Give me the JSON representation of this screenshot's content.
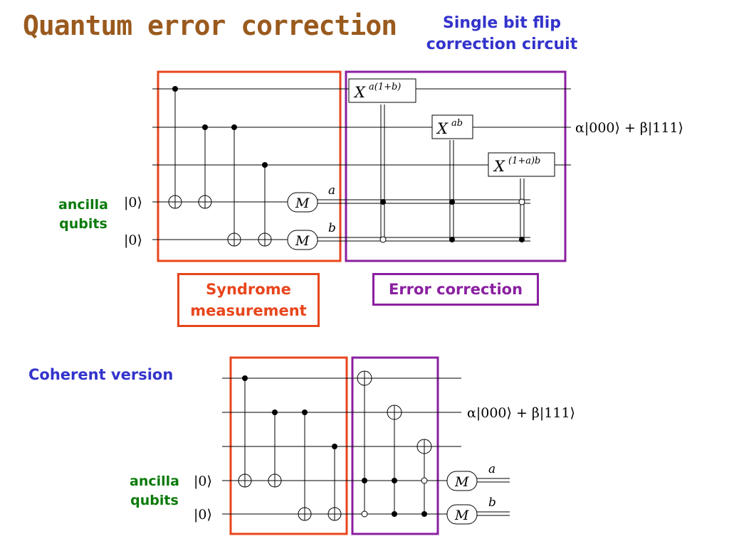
{
  "title": "Quantum error correction",
  "top_diagram": {
    "heading": [
      "Single bit flip",
      "correction circuit"
    ],
    "ancilla_label": [
      "ancilla",
      "qubits"
    ],
    "ket_zero": "|0⟩",
    "measure_symbol": "M",
    "outcome_a": "a",
    "outcome_b": "b",
    "gates": [
      "X",
      "a(1+b)",
      "X",
      "ab",
      "X",
      "(1+a)b"
    ],
    "output_state": "α|000⟩ + β|111⟩",
    "syndrome_label": [
      "Syndrome",
      "measurement"
    ],
    "correction_label": "Error correction"
  },
  "bottom_diagram": {
    "heading": "Coherent version",
    "ancilla_label": [
      "ancilla",
      "qubits"
    ],
    "ket_zero": "|0⟩",
    "measure_symbol": "M",
    "outcome_a": "a",
    "outcome_b": "b",
    "output_state": "α|000⟩ + β|111⟩"
  },
  "colors": {
    "title": "#9a5a1e",
    "heading_blue": "#3333cc",
    "ancilla_green": "#0a7a0a",
    "syndrome_orange": "#e8451c",
    "correction_purple": "#8a1fa0"
  }
}
